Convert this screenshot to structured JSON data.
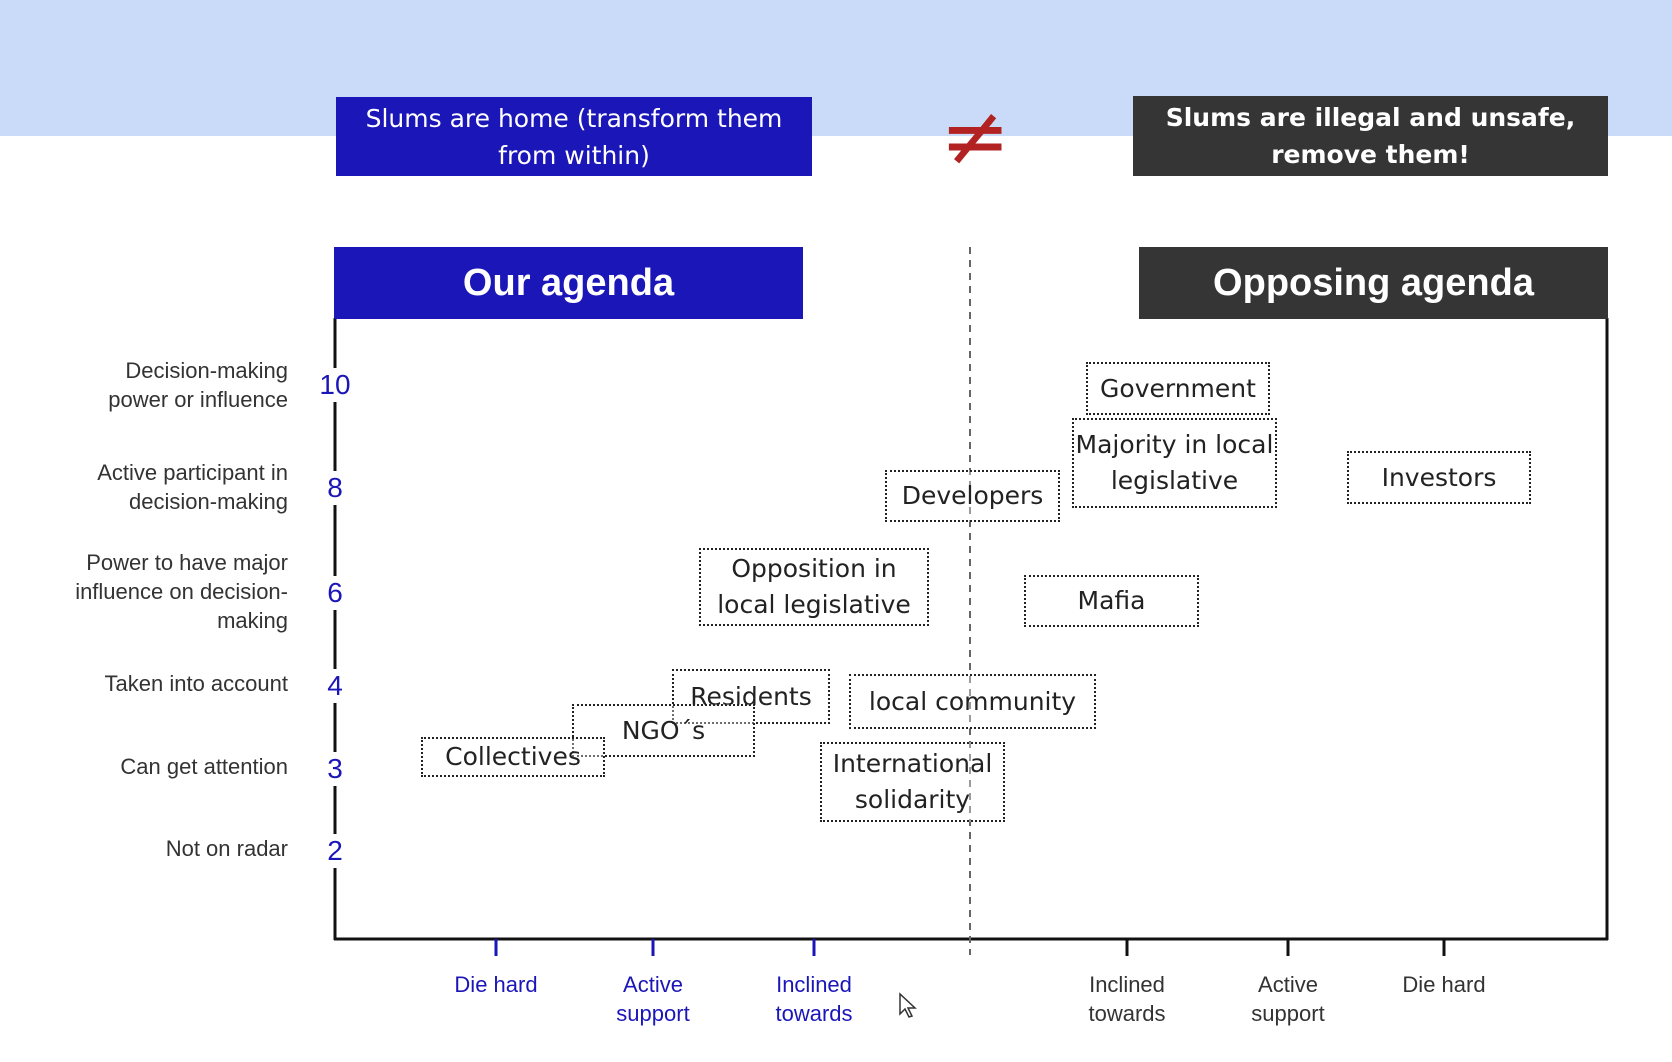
{
  "premises": {
    "left": "Slums are home (transform them from within)",
    "right": "Slums are illegal and unsafe, remove them!",
    "separator": "≠"
  },
  "agendas": {
    "our": "Our agenda",
    "opposing": "Opposing agenda"
  },
  "colors": {
    "our_blue": "#1b16b8",
    "opposing_dark": "#353535",
    "neq_red": "#b22222",
    "top_band": "#c9dbf8"
  },
  "y_axis": {
    "levels": [
      {
        "value": "10",
        "label": "Decision-making power or influence"
      },
      {
        "value": "8",
        "label": "Active participant in decision-making"
      },
      {
        "value": "6",
        "label": "Power to have major influence on decision-making"
      },
      {
        "value": "4",
        "label": "Taken into account"
      },
      {
        "value": "3",
        "label": "Can get attention"
      },
      {
        "value": "2",
        "label": "Not on radar"
      }
    ]
  },
  "x_axis": {
    "our_side": [
      "Die hard",
      "Active support",
      "Inclined towards"
    ],
    "opposing_side": [
      "Inclined towards",
      "Active support",
      "Die hard"
    ]
  },
  "stakeholders": [
    {
      "name": "Government"
    },
    {
      "name": "Majority in local legislative"
    },
    {
      "name": "Investors"
    },
    {
      "name": "Developers"
    },
    {
      "name": "Opposition in local legislative"
    },
    {
      "name": "Mafia"
    },
    {
      "name": "Residents"
    },
    {
      "name": "local community"
    },
    {
      "name": "NGO´s"
    },
    {
      "name": "Collectives"
    },
    {
      "name": "International solidarity"
    }
  ]
}
